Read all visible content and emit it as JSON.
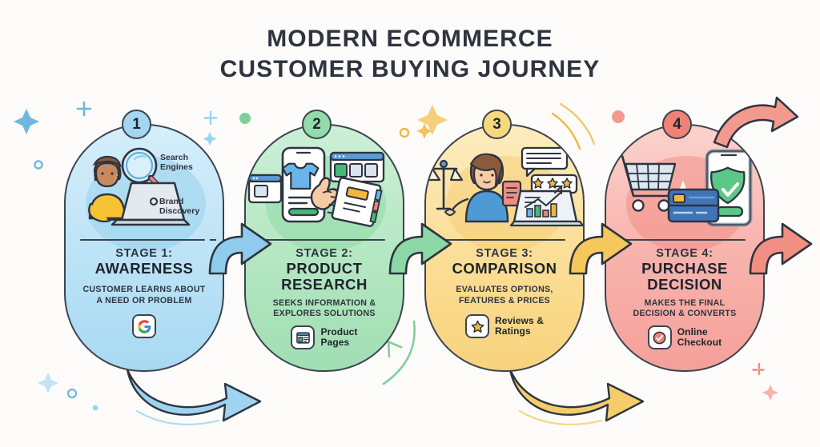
{
  "title": {
    "line1": "MODERN ECOMMERCE",
    "line2": "CUSTOMER BUYING JOURNEY"
  },
  "colors": {
    "background": "#fdfcfa",
    "ink": "#2e3440",
    "outline": "#3c4450",
    "stage1": "#bfe4f7",
    "stage1_accent": "#7fc5ea",
    "stage2": "#b7e8c4",
    "stage2_accent": "#6cc98a",
    "stage3": "#fbdf9a",
    "stage3_accent": "#f0b93f",
    "stage4": "#f8b5ae",
    "stage4_accent": "#ef6f63"
  },
  "stages": [
    {
      "number": "1",
      "kicker": "STAGE 1:",
      "name": "AWARENESS",
      "desc_line1": "CUSTOMER LEARNS ABOUT",
      "desc_line2": "A NEED OR PROBLEM",
      "badge_label_line1": "",
      "badge_label_line2": "",
      "badge_icon": "google-g-icon",
      "illustration": "person-at-laptop-with-magnifier",
      "annotations": [
        {
          "line1": "Search",
          "line2": "Engines"
        },
        {
          "line1": "Brand",
          "line2": "Discovery"
        }
      ]
    },
    {
      "number": "2",
      "kicker": "STAGE 2:",
      "name_line1": "PRODUCT",
      "name_line2": "RESEARCH",
      "desc_line1": "SEEKS INFORMATION &",
      "desc_line2": "EXPLORES SOLUTIONS",
      "badge_label_line1": "Product",
      "badge_label_line2": "Pages",
      "badge_icon": "product-page-icon",
      "illustration": "phone-tshirt-browser-windows-notebook"
    },
    {
      "number": "3",
      "kicker": "STAGE 3:",
      "name": "COMPARISON",
      "desc_line1": "EVALUATES OPTIONS,",
      "desc_line2": "FEATURES & PRICES",
      "badge_label_line1": "Reviews &",
      "badge_label_line2": "Ratings",
      "badge_icon": "star-icon",
      "illustration": "person-with-scales-laptop-chart-reviews"
    },
    {
      "number": "4",
      "kicker": "STAGE 4:",
      "name_line1": "PURCHASE",
      "name_line2": "DECISION",
      "desc_line1": "MAKES THE FINAL",
      "desc_line2": "DECISION & CONVERTS",
      "badge_label_line1": "Online",
      "badge_label_line2": "Checkout",
      "badge_icon": "check-circle-icon",
      "illustration": "cart-credit-card-phone-shield"
    }
  ],
  "connectors": [
    {
      "name": "arrow-stage1-to-stage2",
      "color": "#8ecbec"
    },
    {
      "name": "arrow-stage2-to-stage3",
      "color": "#8cd8a6"
    },
    {
      "name": "arrow-stage3-to-stage4",
      "color": "#f5c75c"
    },
    {
      "name": "arrow-stage4-exit",
      "color": "#f08f82"
    },
    {
      "name": "arrow-stage4-top-exit",
      "color": "#f39a8e"
    }
  ],
  "swooshes": [
    {
      "name": "swoosh-under-stage1",
      "color": "#9ed4f0"
    },
    {
      "name": "swoosh-under-stage3",
      "color": "#f6cc6b"
    }
  ]
}
